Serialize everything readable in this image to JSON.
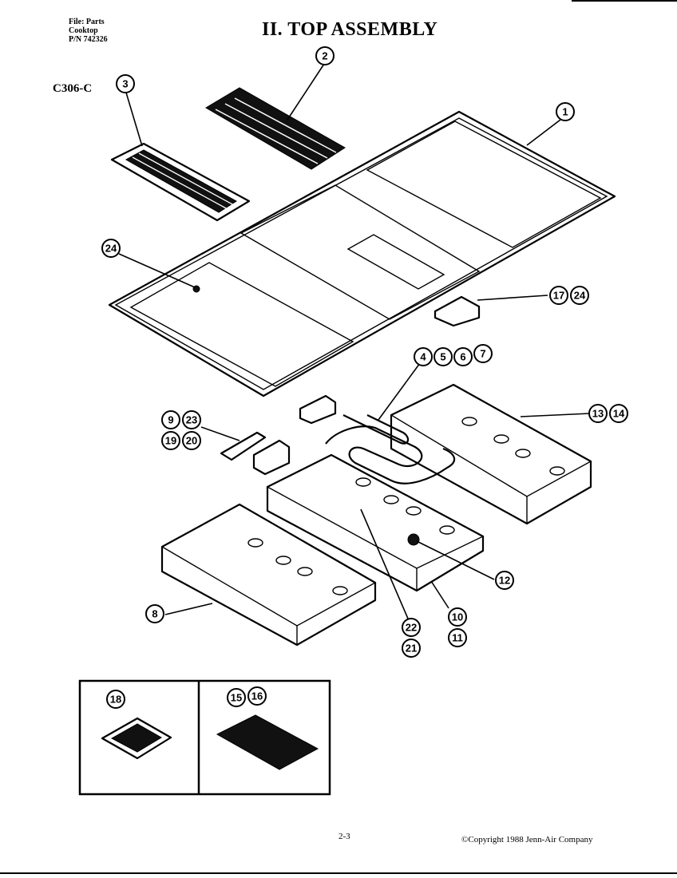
{
  "header": {
    "file_line": "File: Parts",
    "product_line": "Cooktop",
    "pn_line": "P/N 742326"
  },
  "title": "II. TOP ASSEMBLY",
  "model": "C306-C",
  "callouts": {
    "c1": "1",
    "c2": "2",
    "c3": "3",
    "c4": "4",
    "c5": "5",
    "c6": "6",
    "c7": "7",
    "c8": "8",
    "c9": "9",
    "c10": "10",
    "c11": "11",
    "c12": "12",
    "c13": "13",
    "c14": "14",
    "c15": "15",
    "c16": "16",
    "c17": "17",
    "c18": "18",
    "c19": "19",
    "c20": "20",
    "c21": "21",
    "c22": "22",
    "c23": "23",
    "c24a": "24",
    "c24b": "24"
  },
  "footer": {
    "page": "2-3",
    "copyright": "©Copyright 1988 Jenn-Air Company"
  }
}
